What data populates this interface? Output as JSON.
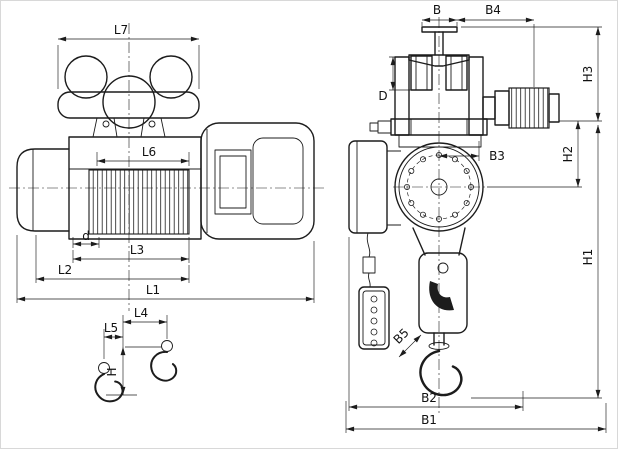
{
  "drawing": {
    "kind": "technical-drawing",
    "subject": "electric wire rope hoist with trolley, side view and end view",
    "colors": {
      "line": "#1c1c1c",
      "background": "#ffffff"
    }
  },
  "side_view": {
    "dims": {
      "L1": "L1",
      "L2": "L2",
      "L3": "L3",
      "L4": "L4",
      "L5": "L5",
      "L6": "L6",
      "L7": "L7",
      "d": "d",
      "H": "H"
    }
  },
  "end_view": {
    "dims": {
      "B": "B",
      "B1": "B1",
      "B2": "B2",
      "B3": "B3",
      "B4": "B4",
      "B5": "B5",
      "D": "D",
      "H1": "H1",
      "H2": "H2",
      "H3": "H3"
    }
  }
}
